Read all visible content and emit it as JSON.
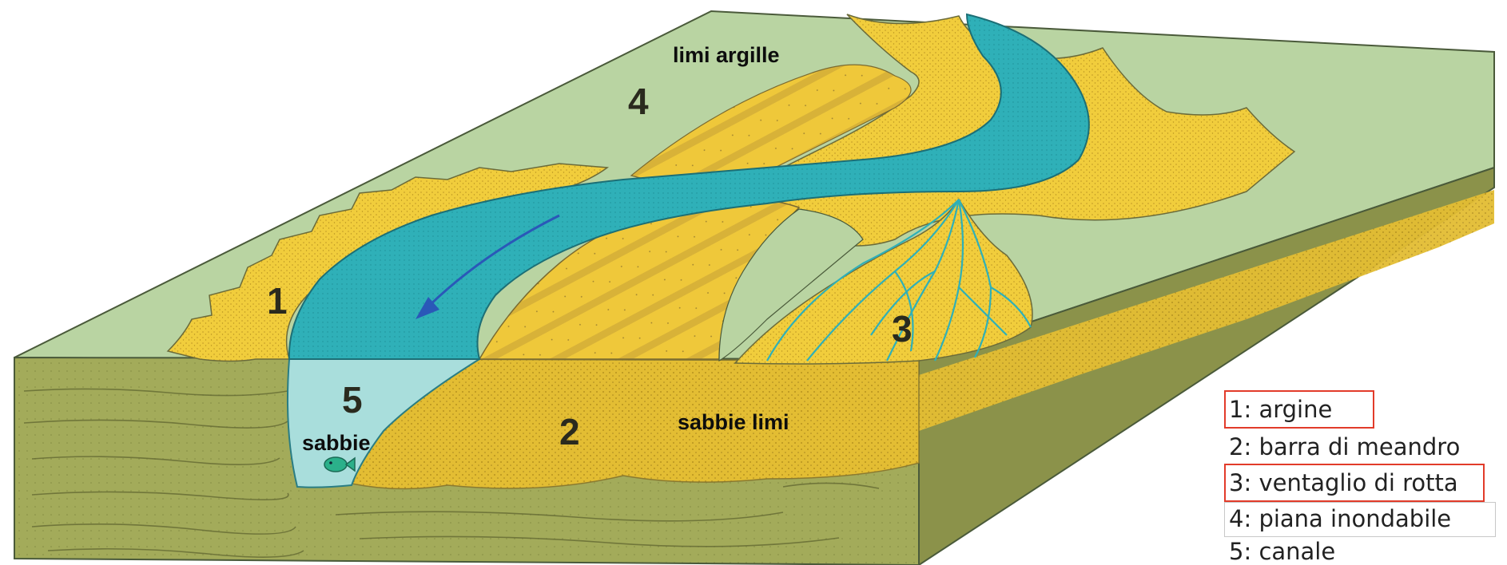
{
  "colors": {
    "floodplain": "#b9d4a2",
    "floodplain_dark": "#a7c58e",
    "sand": "#f1cd3c",
    "sand_dark": "#d3ad2a",
    "channel": "#2fb0b8",
    "channel_fill": "#a9dedc",
    "block_side": "#a3ab5a",
    "block_side_dark": "#8b924a",
    "sand_side": "#e3bd33",
    "arrow": "#2a58b8",
    "highlight": "#e23b2a"
  },
  "labels": {
    "n1": "1",
    "n2": "2",
    "n3": "3",
    "n4": "4",
    "n5": "5",
    "limi_argille": "limi argille",
    "sabbie_limi": "sabbie limi",
    "sabbie": "sabbie"
  },
  "legend": {
    "items": [
      {
        "text": "1: argine",
        "highlighted": true
      },
      {
        "text": "2: barra di meandro",
        "highlighted": false
      },
      {
        "text": "3: ventaglio di rotta",
        "highlighted": true
      },
      {
        "text": "4: piana inondabile",
        "highlighted": false
      },
      {
        "text": "5: canale",
        "highlighted": false
      }
    ]
  },
  "icons": {
    "flow_arrow": "flow-direction-arrow-icon",
    "fish": "fish-icon"
  }
}
